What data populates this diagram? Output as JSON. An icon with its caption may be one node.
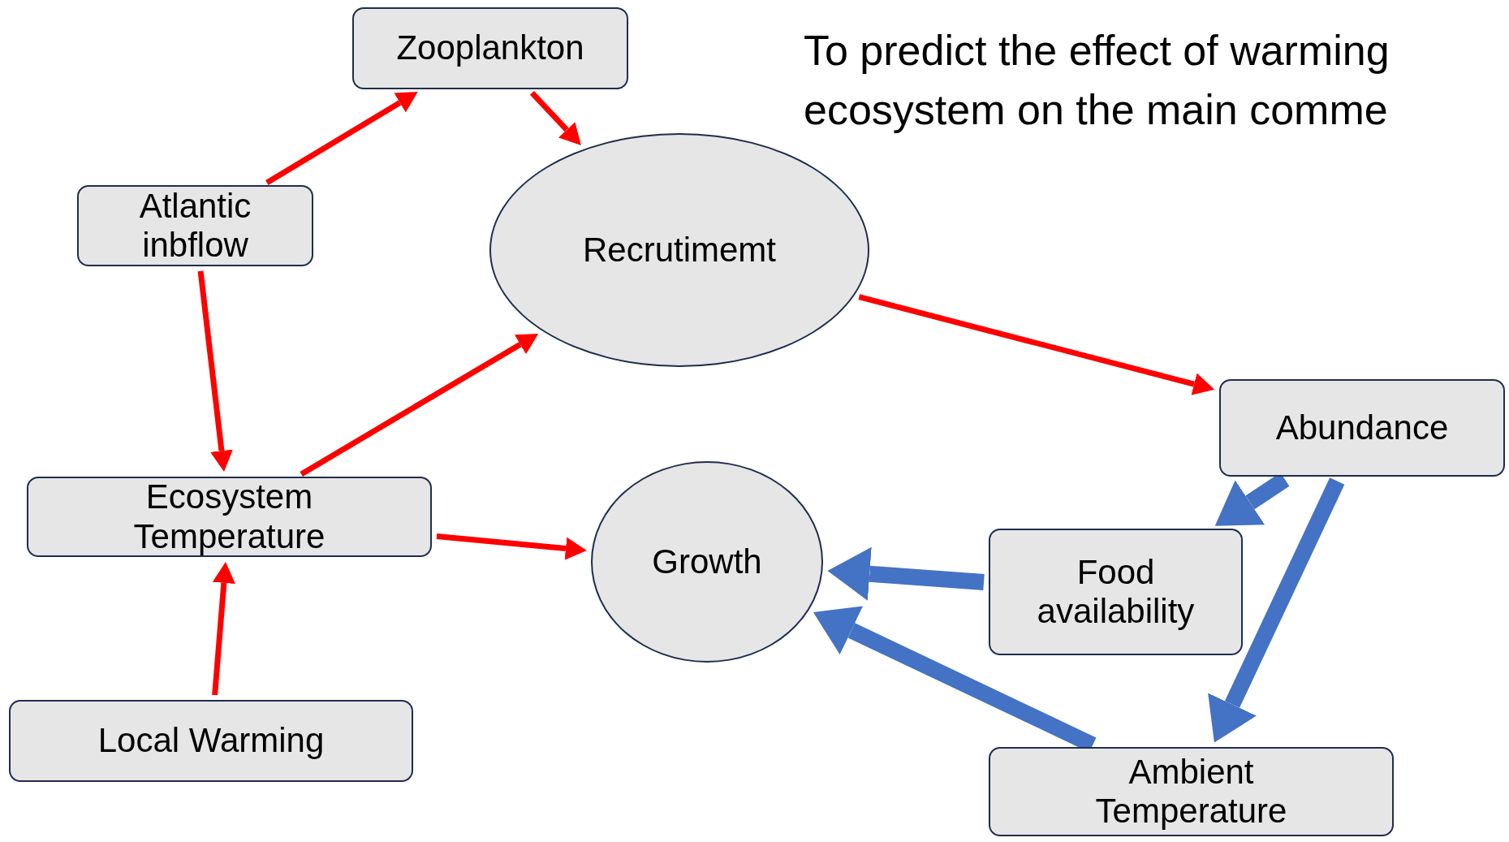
{
  "diagram": {
    "title": "To predict the effect of warming ecosystem on the main comme",
    "nodes": [
      {
        "text": [
          "Zooplankton"
        ]
      },
      {
        "text": [
          "Atlantic inbflow"
        ]
      },
      {
        "text": [
          "Recrutimemt"
        ]
      },
      {
        "text": [
          "Abundance"
        ]
      },
      {
        "text": [
          "Ecosystem Temperature"
        ]
      },
      {
        "text": [
          "Growth"
        ]
      },
      {
        "text": [
          "Food availability"
        ]
      },
      {
        "text": [
          "Local Warming"
        ]
      },
      {
        "text": [
          "Ambient Temperature"
        ]
      }
    ],
    "edges": [
      {
        "from": 1,
        "to": 0,
        "arrow": "to"
      },
      {
        "from": 0,
        "to": 2,
        "arrow": "to"
      },
      {
        "from": 1,
        "to": 4,
        "arrow": "to"
      },
      {
        "from": 4,
        "to": 2,
        "arrow": "to"
      },
      {
        "from": 4,
        "to": 5,
        "arrow": "to"
      },
      {
        "from": 7,
        "to": 4,
        "arrow": "to"
      },
      {
        "from": 2,
        "to": 3,
        "arrow": "to"
      },
      {
        "from": 3,
        "to": 6,
        "arrow": "to",
        "style": "thick",
        "color": "#4472c4"
      },
      {
        "from": 3,
        "to": 8,
        "arrow": "to",
        "style": "thick",
        "color": "#4472c4"
      },
      {
        "from": 6,
        "to": 5,
        "arrow": "to",
        "style": "thick",
        "color": "#4472c4"
      },
      {
        "from": 8,
        "to": 5,
        "arrow": "to",
        "style": "thick",
        "color": "#4472c4"
      }
    ]
  }
}
